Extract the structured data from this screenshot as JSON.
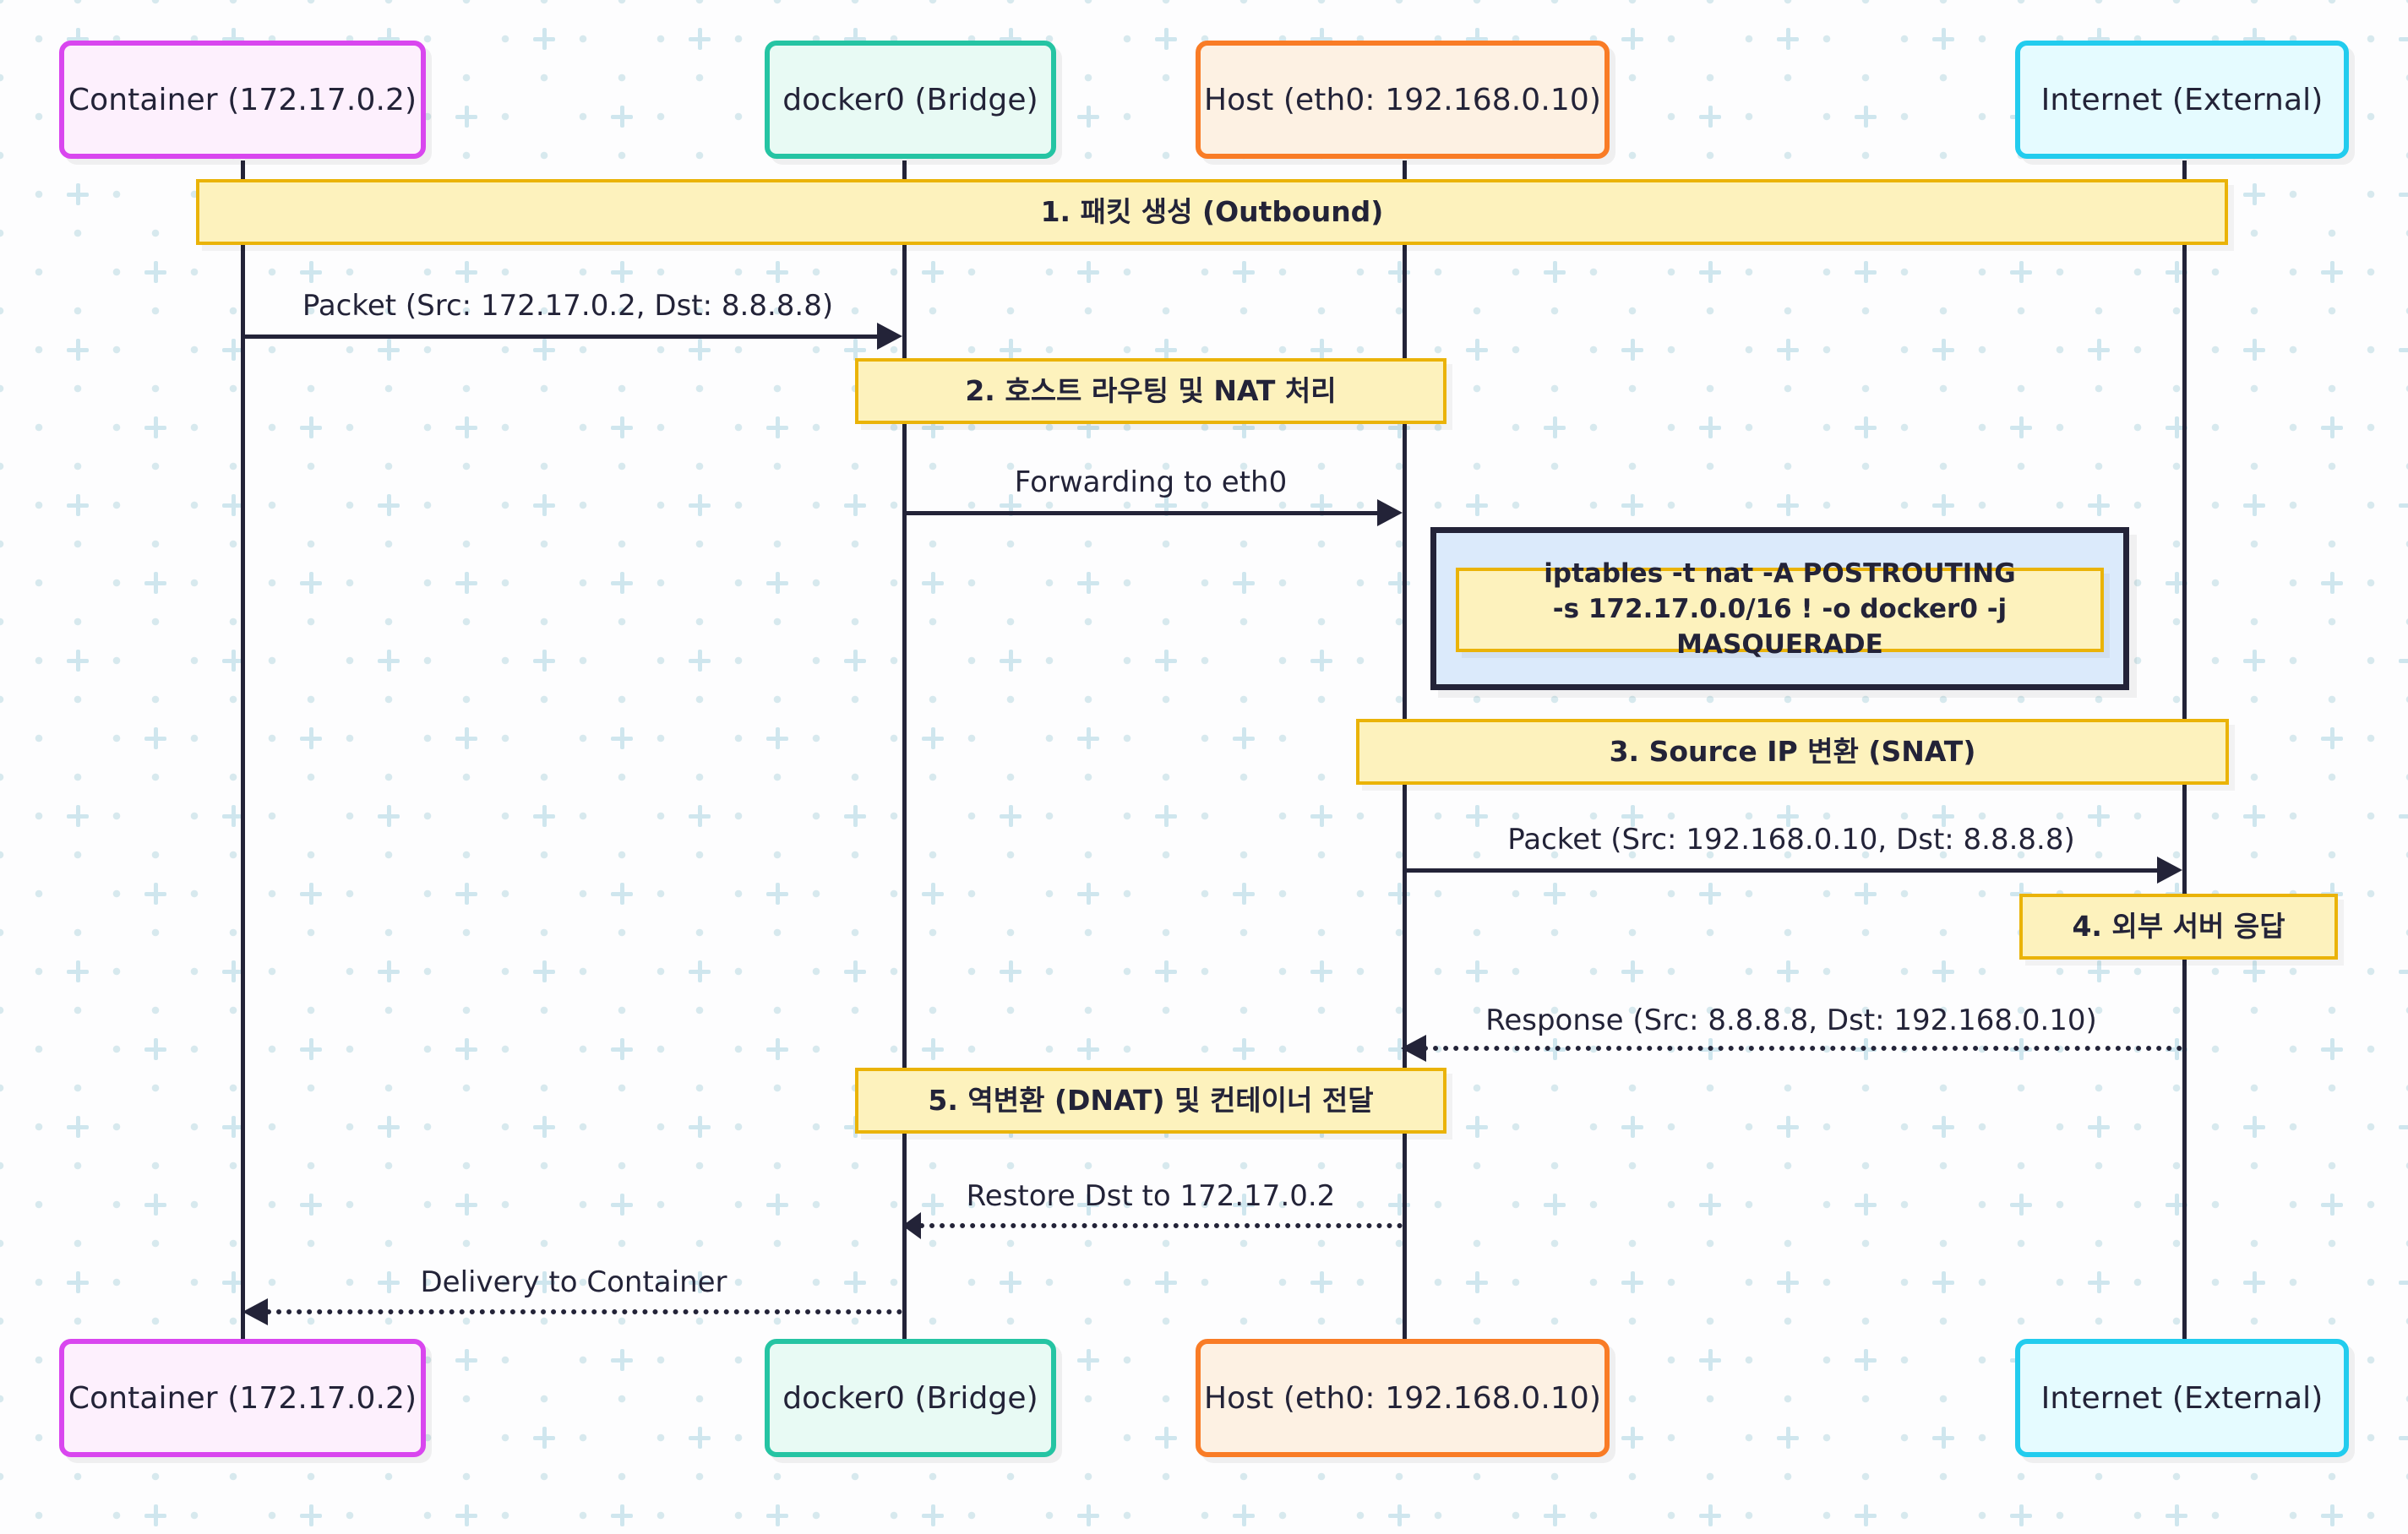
{
  "diagram": {
    "title": "Docker NAT Packet Flow Sequence Diagram",
    "type": "sequence-diagram",
    "colors": {
      "container_border": "#d946ef",
      "container_fill": "#fdf0fd",
      "docker0_border": "#25c4a3",
      "docker0_fill": "#e8faf4",
      "host_border": "#f97c26",
      "host_fill": "#fdf1e3",
      "internet_border": "#22ccee",
      "internet_fill": "#e5fbff",
      "note_fill": "#fdf2bd",
      "note_border": "#eab308",
      "rect_fill": "#dbeafb",
      "line": "#232338",
      "background_dot": "#d7e9ee"
    }
  },
  "actors": [
    {
      "id": "container",
      "label": "Container (172.17.0.2)"
    },
    {
      "id": "docker0",
      "label": "docker0 (Bridge)"
    },
    {
      "id": "host",
      "label": "Host (eth0: 192.168.0.10)"
    },
    {
      "id": "internet",
      "label": "Internet (External)"
    }
  ],
  "notes": [
    {
      "id": "step1",
      "label": "1. 패킷 생성 (Outbound)"
    },
    {
      "id": "step2",
      "label": "2. 호스트 라우팅 및 NAT 처리"
    },
    {
      "id": "iptables",
      "line1": "iptables -t nat -A POSTROUTING",
      "line2": "-s 172.17.0.0/16 ! -o docker0 -j MASQUERADE"
    },
    {
      "id": "step3",
      "label": "3. Source IP 변환 (SNAT)"
    },
    {
      "id": "step4",
      "label": "4. 외부 서버 응답"
    },
    {
      "id": "step5",
      "label": "5. 역변환 (DNAT) 및 컨테이너 전달"
    }
  ],
  "messages": [
    {
      "id": "m1",
      "label": "Packet (Src: 172.17.0.2, Dst: 8.8.8.8)",
      "from": "container",
      "to": "docker0",
      "style": "solid",
      "direction": "right"
    },
    {
      "id": "m2",
      "label": "Forwarding to eth0",
      "from": "docker0",
      "to": "host",
      "style": "solid",
      "direction": "right"
    },
    {
      "id": "m3",
      "label": "Packet (Src: 192.168.0.10, Dst: 8.8.8.8)",
      "from": "host",
      "to": "internet",
      "style": "solid",
      "direction": "right"
    },
    {
      "id": "m4",
      "label": "Response (Src: 8.8.8.8, Dst: 192.168.0.10)",
      "from": "internet",
      "to": "host",
      "style": "dotted",
      "direction": "left"
    },
    {
      "id": "m5",
      "label": "Restore Dst to 172.17.0.2",
      "from": "host",
      "to": "docker0",
      "style": "dotted",
      "direction": "left"
    },
    {
      "id": "m6",
      "label": "Delivery to Container",
      "from": "docker0",
      "to": "container",
      "style": "dotted",
      "direction": "left"
    }
  ]
}
